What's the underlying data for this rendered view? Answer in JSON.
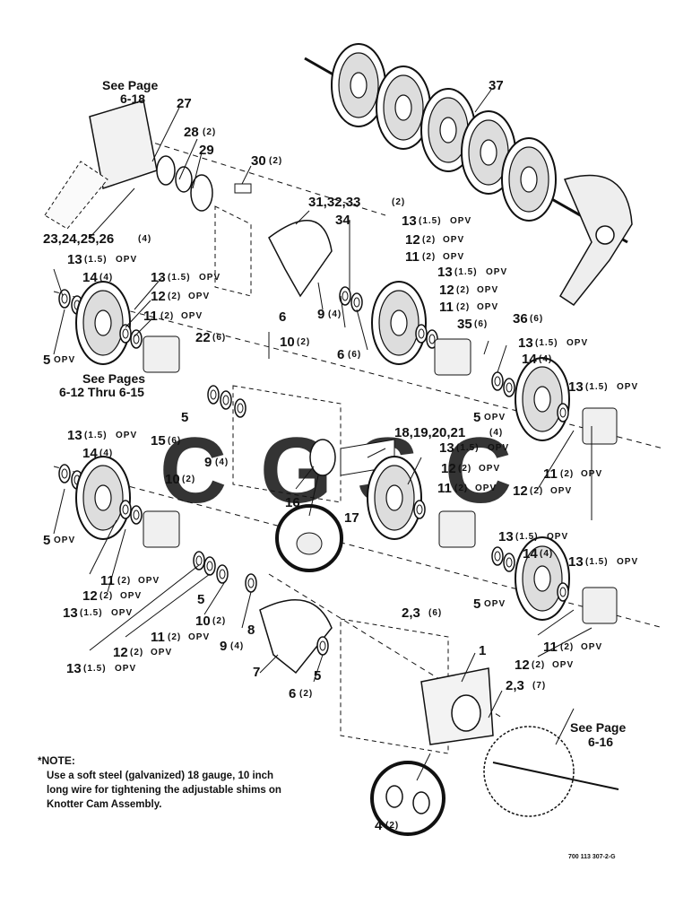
{
  "watermark": {
    "letters": [
      "C",
      "G",
      "S",
      "C"
    ],
    "colors": [
      "#4a8ee8",
      "#ef5a5a",
      "#f6c53c",
      "#2aa37a"
    ]
  },
  "callouts": {
    "c37": "37",
    "c27": "27",
    "c28": "28",
    "c28q": "(2)",
    "c29": "29",
    "c30": "30",
    "c30q": "(2)",
    "c313233": "31,32,33",
    "c313233q": "(2)",
    "c34": "34",
    "c23to26": "23,24,25,26",
    "c23to26q": "(4)",
    "c22": "22",
    "c22q": "(6)",
    "c35": "35",
    "c35q": "(6)",
    "c36": "36",
    "c36q": "(6)",
    "c18to21": "18,19,20,21",
    "c18to21q": "(4)",
    "c15": "15",
    "c15q": "(6)",
    "c16": "16",
    "c17": "17",
    "c6a": "6",
    "c6b": "6",
    "c6bq": "(6)",
    "c10a": "10",
    "c10aq": "(2)",
    "c9a": "9",
    "c9aq": "(4)",
    "c10b": "10",
    "c10bq": "(2)",
    "c9b": "9",
    "c9bq": "(4)",
    "c10c": "10",
    "c10cq": "(2)",
    "c9c": "9",
    "c9cq": "(4)",
    "c8": "8",
    "c7": "7",
    "c6c": "6",
    "c6cq": "(2)",
    "c5": "5",
    "c1": "1",
    "c23a": "2,3",
    "c23aq": "(6)",
    "c23b": "2,3",
    "c23bq": "(7)",
    "c4": "4",
    "c4q": "(2)",
    "c13": "13",
    "q15": "(1.5)",
    "opv": "OPV",
    "q2": "(2)",
    "q4": "(4)",
    "c14": "14",
    "c12": "12",
    "c11": "11",
    "c5opv": "5"
  },
  "references": {
    "page618": "See Page",
    "page618b": "6-18",
    "pages612": "See Pages",
    "pages612b": "6-12 Thru 6-15",
    "page616": "See Page",
    "page616b": "6-16"
  },
  "note": {
    "title": "NOTE:",
    "text": "Use a soft steel (galvanized) 18 gauge, 10 inch long wire for tightening the adjustable shims on Knotter Cam Assembly."
  },
  "part_number": "700 113 307-2-G"
}
